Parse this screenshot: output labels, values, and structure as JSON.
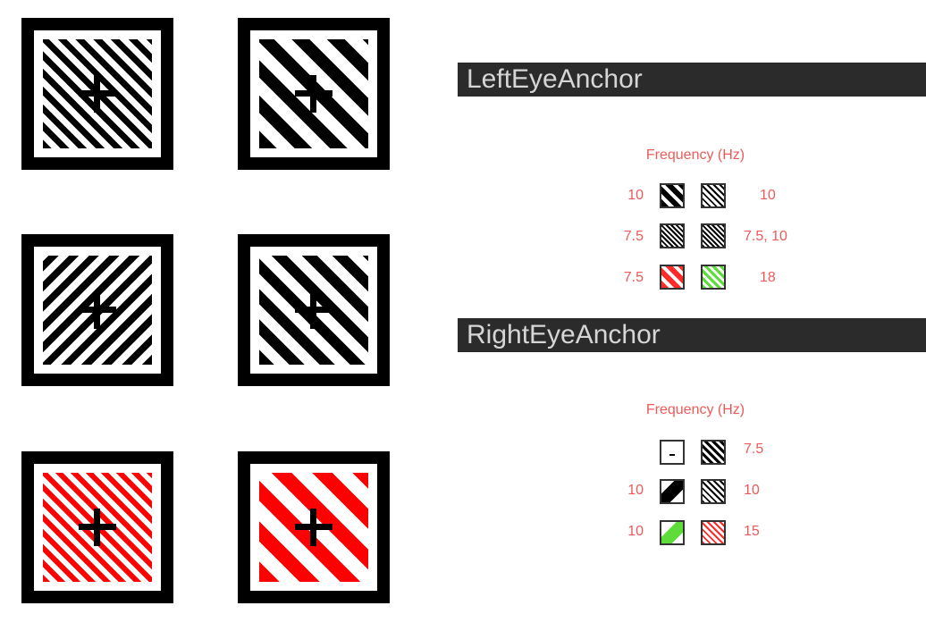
{
  "stimuli": [
    {
      "id": "s1",
      "stripe_color": "#000000",
      "cross": true,
      "direction": "down"
    },
    {
      "id": "s2",
      "stripe_color": "#000000",
      "cross": true,
      "direction": "down"
    },
    {
      "id": "s3",
      "stripe_color": "#000000",
      "cross": true,
      "direction": "up"
    },
    {
      "id": "s4",
      "stripe_color": "#000000",
      "cross": true,
      "direction": "down"
    },
    {
      "id": "s5",
      "stripe_color": "#ff0000",
      "cross": true,
      "direction": "down"
    },
    {
      "id": "s6",
      "stripe_color": "#ff0000",
      "cross": true,
      "direction": "down"
    }
  ],
  "left_panel": {
    "title": "LeftEyeAnchor",
    "freq_title": "Frequency (Hz)",
    "rows": [
      {
        "left": "10",
        "right": "10"
      },
      {
        "left": "7.5",
        "right": "7.5, 10"
      },
      {
        "left": "7.5",
        "right": "18"
      }
    ]
  },
  "right_panel": {
    "title": "RightEyeAnchor",
    "freq_title": "Frequency (Hz)",
    "rows": [
      {
        "left": "",
        "right": "7.5"
      },
      {
        "left": "10",
        "right": "10"
      },
      {
        "left": "10",
        "right": "15"
      }
    ]
  },
  "colors": {
    "accent_red": "#ee5a5a",
    "bar_bg": "#2b2b2b",
    "bar_text": "#d6d6d6",
    "green": "#5ddc3a"
  }
}
